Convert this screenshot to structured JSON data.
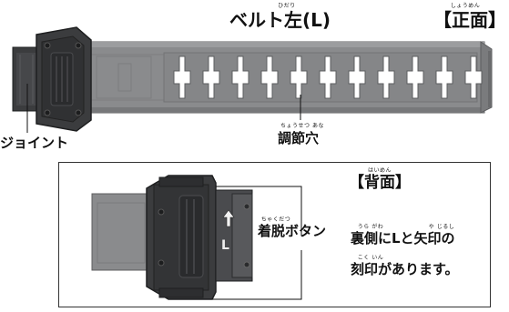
{
  "front": {
    "title": "ベルト左(L)",
    "title_ruby": "ひだり",
    "view_label": "【正面】",
    "view_ruby": "しょうめん",
    "joint_label": "ジョイント",
    "adjust_label": "調節穴",
    "adjust_ruby": "ちょうせつ あな"
  },
  "back": {
    "view_label": "【背面】",
    "view_ruby": "はいめん",
    "button_label": "着脱ボタン",
    "button_ruby": "ちゃくだつ",
    "arrow_mark": "L",
    "note_line1": "裏側にLと矢印の",
    "note_line1_ruby_a": "うら がわ",
    "note_line1_ruby_b": "や じるし",
    "note_line2": "刻印があります。",
    "note_line2_ruby": "こく いん"
  },
  "colors": {
    "strap": "#8a8b8d",
    "strap_dark": "#6f7072",
    "buckle": "#3b3c3e",
    "buckle_dark": "#2a2b2d",
    "border": "#333333"
  },
  "icons": [
    "up-arrow-icon"
  ]
}
